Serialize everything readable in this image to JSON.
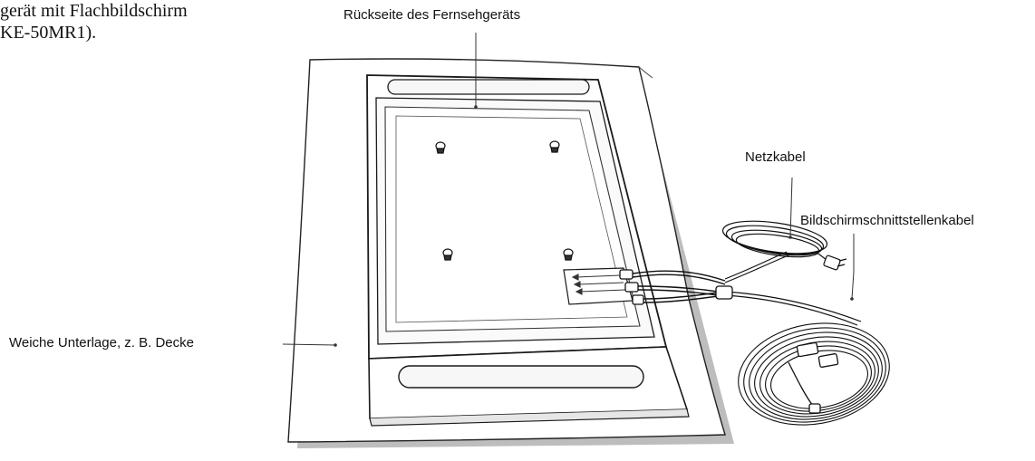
{
  "heading": {
    "line1": "gerät mit Flachbildschirm",
    "line2": "KE-50MR1)."
  },
  "labels": {
    "back": "Rückseite des Fernsehgeräts",
    "power_cable": "Netzkabel",
    "interface_cable": "Bildschirmschnittstellenkabel",
    "soft_surface": "Weiche Unterlage, z. B. Decke"
  }
}
